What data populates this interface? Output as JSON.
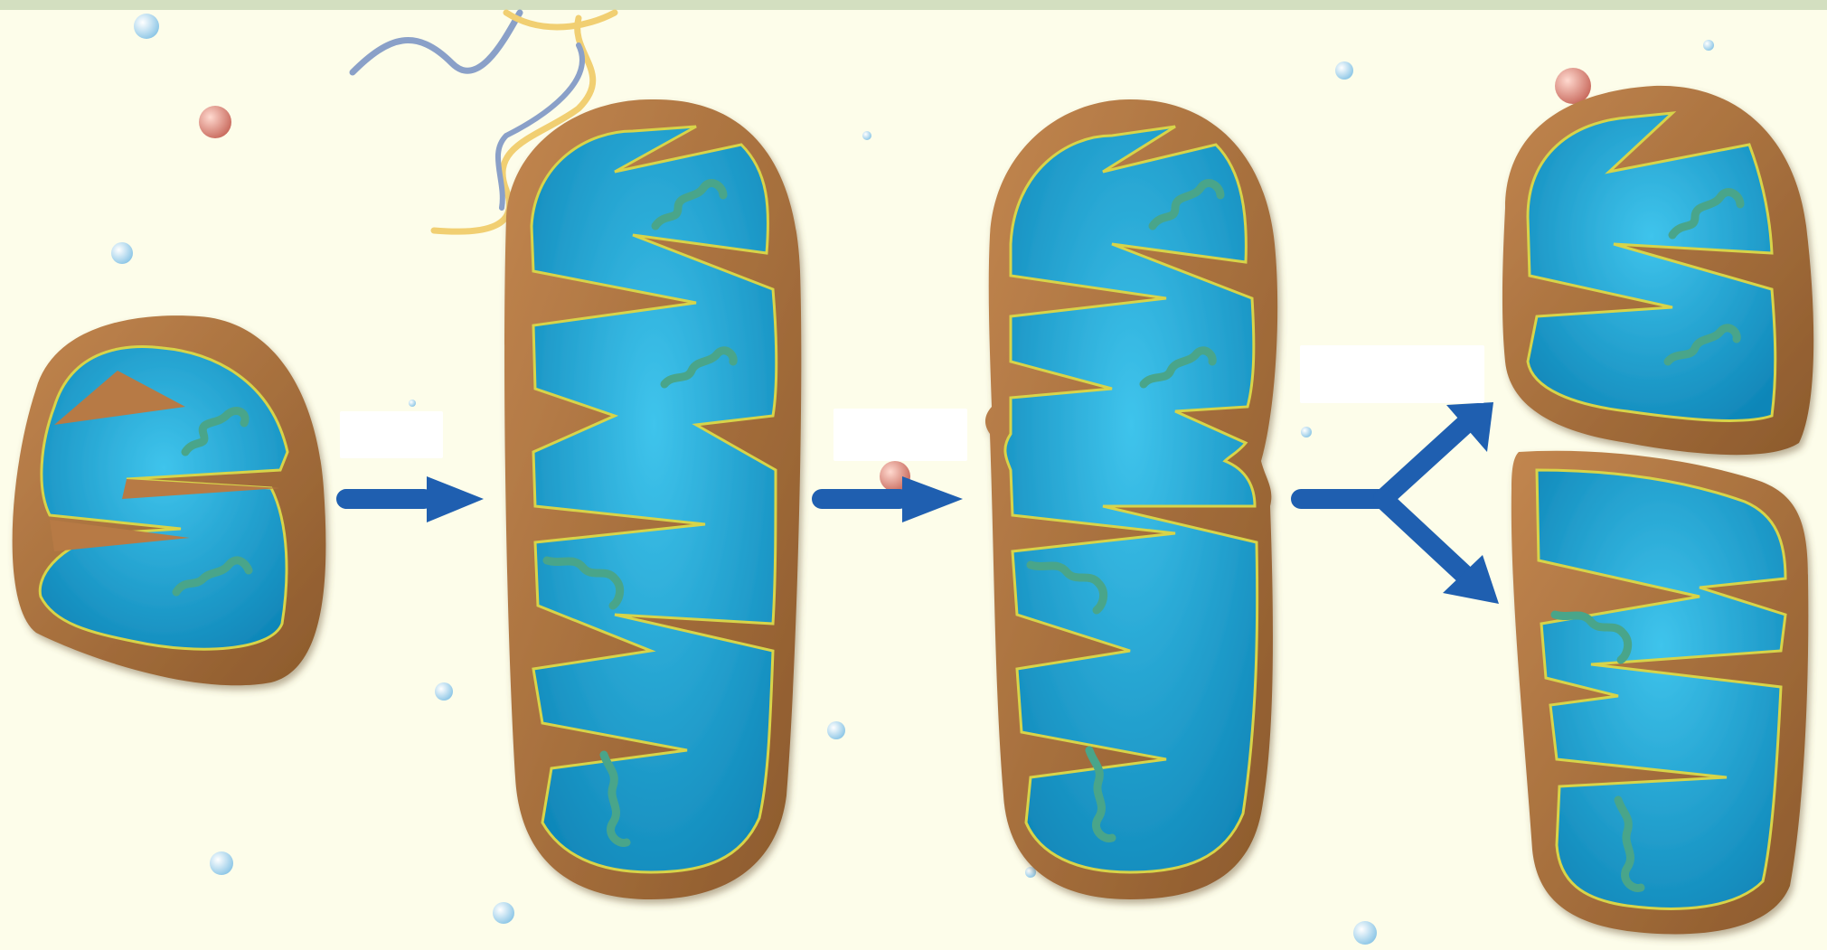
{
  "colors": {
    "background": "#fdfdea",
    "top_bar": "#d3dfc0",
    "outer_membrane": "#b77a45",
    "outer_membrane_dark": "#8c5a2c",
    "matrix": "#19a4d2",
    "matrix_light": "#3fc4ec",
    "membrane_outline": "#d7d44a",
    "dna": "#4aa58a",
    "arrow": "#1f5fb0",
    "bubble_blue": "#a9d8ef",
    "bubble_red": "#e08c7e",
    "ribbon_blue": "#8aa0c8",
    "ribbon_yellow": "#f1cf72"
  },
  "stages": [
    {
      "id": "mitochondrion-original"
    },
    {
      "id": "mitochondrion-elongated"
    },
    {
      "id": "mitochondrion-constricting"
    },
    {
      "id": "mitochondrion-daughter-top"
    },
    {
      "id": "mitochondrion-daughter-bottom"
    }
  ],
  "labels": {
    "label_1": "",
    "label_2": "",
    "label_3": ""
  }
}
